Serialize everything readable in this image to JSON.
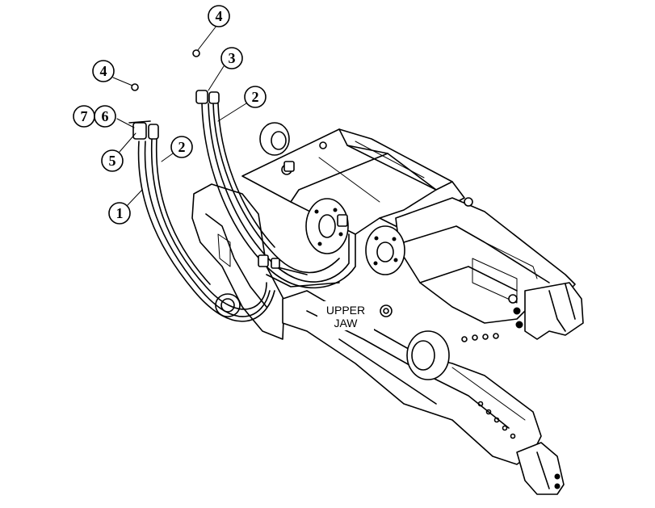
{
  "diagram": {
    "part_label": {
      "line1": "UPPER",
      "line2": "JAW"
    },
    "callouts": [
      {
        "id": "c4a",
        "number": "4"
      },
      {
        "id": "c3",
        "number": "3"
      },
      {
        "id": "c2a",
        "number": "2"
      },
      {
        "id": "c4b",
        "number": "4"
      },
      {
        "id": "c7",
        "number": "7"
      },
      {
        "id": "c6",
        "number": "6"
      },
      {
        "id": "c2b",
        "number": "2"
      },
      {
        "id": "c5",
        "number": "5"
      },
      {
        "id": "c1",
        "number": "1"
      }
    ],
    "colors": {
      "ink": "#000000",
      "paper": "#ffffff"
    }
  }
}
